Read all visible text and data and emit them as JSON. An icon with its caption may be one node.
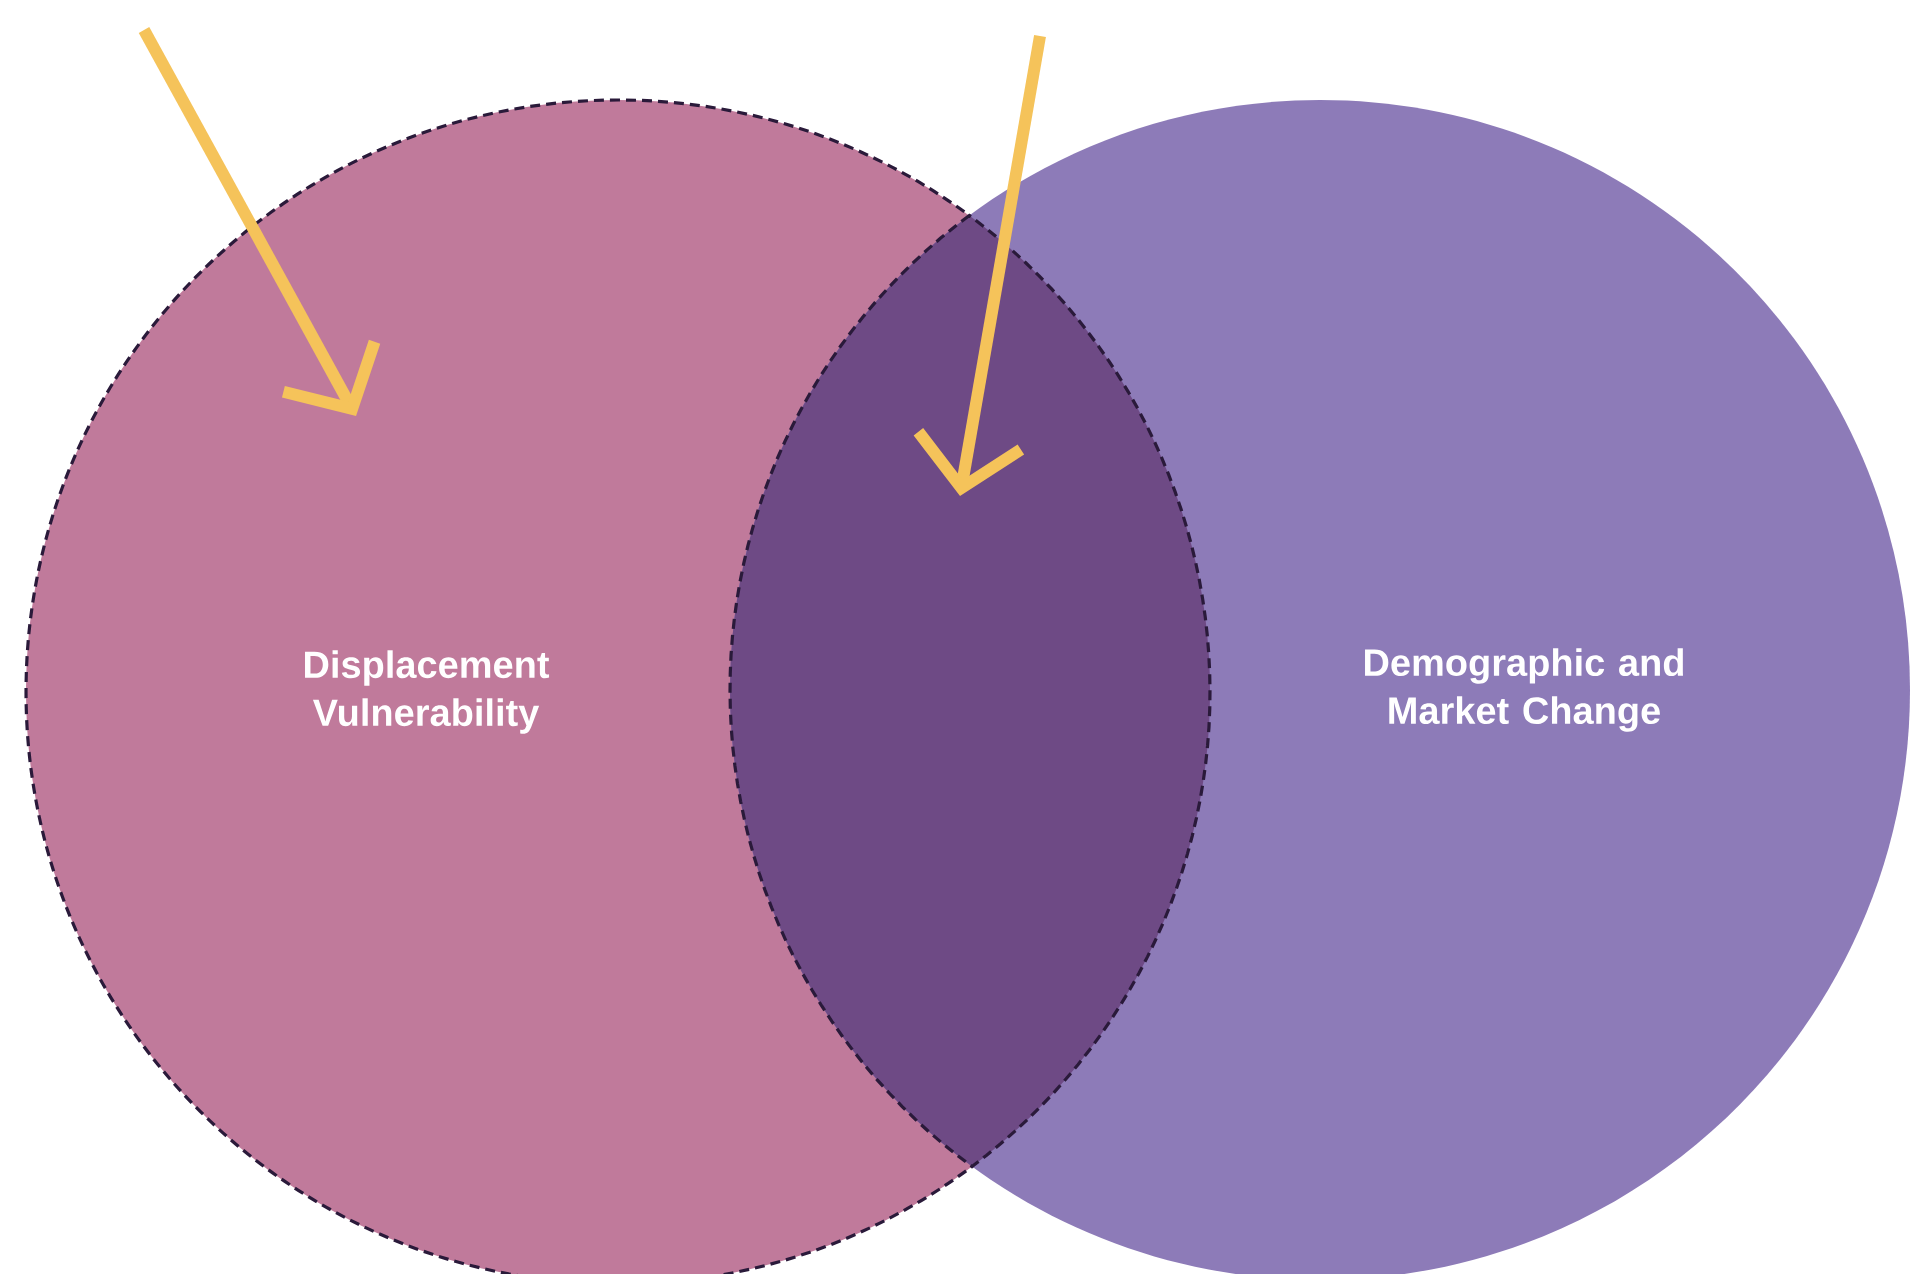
{
  "diagram": {
    "nodes": [
      {
        "text": [
          "Displacement Vulnerability"
        ]
      },
      {
        "text": [
          "Demographic and Market Change"
        ]
      },
      {
        "text": [],
        "shape": "lens"
      }
    ],
    "edges": [
      {
        "from": null,
        "to": 0,
        "arrow": "to"
      },
      {
        "from": null,
        "to": 2,
        "arrow": "to"
      }
    ]
  }
}
